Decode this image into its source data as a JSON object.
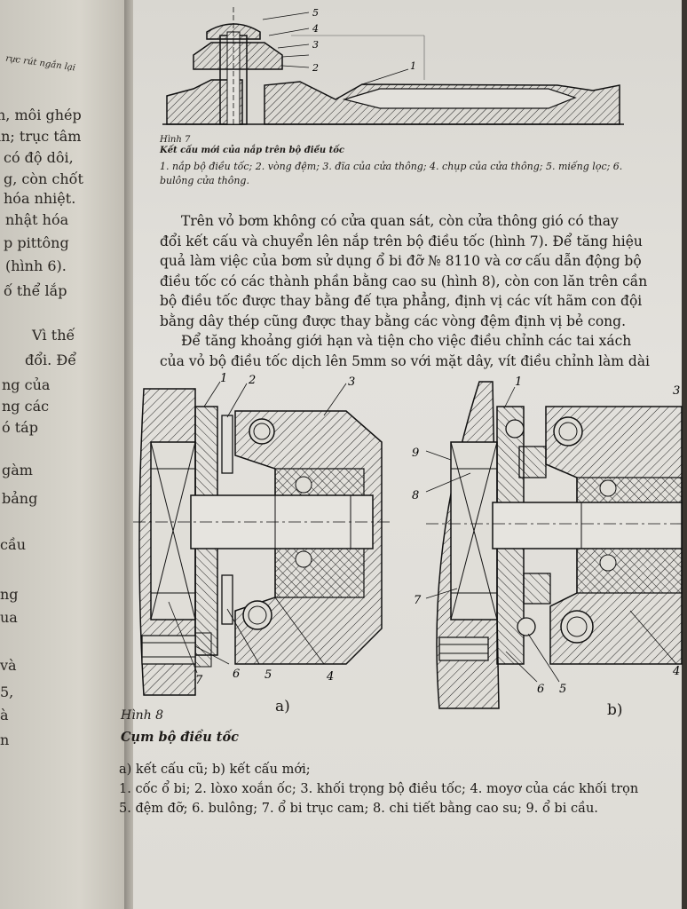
{
  "left_page": {
    "fragments": [
      "rực rút ngắn lại",
      "n, môi ghép",
      "in; trục tâm",
      "có độ dôi,",
      "g, còn chốt",
      "hóa nhiệt.",
      "nhật hóa",
      "p pittông",
      "(hình 6).",
      "ố thể lắp",
      "Vì thế",
      "đổi. Để",
      "ng của",
      "ng các",
      "ó táp",
      "gàm",
      "bảng",
      "cầu",
      "ng",
      "ua",
      "và",
      "5,",
      "à",
      "n"
    ]
  },
  "figure7": {
    "callouts": [
      "5",
      "4",
      "3",
      "2",
      "1"
    ],
    "caption_title": "Hình 7",
    "caption_subtitle": "Kết cấu mới của nắp trên bộ điều tốc",
    "legend": "1. nắp bộ điều tốc; 2. vòng đệm; 3. đĩa của cửa thông; 4. chụp của cửa thông; 5. miếng lọc; 6. bulông cửa thông."
  },
  "body_text": {
    "paragraph1": [
      "Trên vỏ bơm không có cửa quan sát, còn cửa thông gió có thay",
      "đổi kết cấu và chuyển lên nắp trên bộ điều tốc (hình 7). Để tăng hiệu",
      "quả làm việc của bơm sử dụng ổ bi đỡ № 8110 và cơ cấu dẫn động bộ",
      "điều tốc có các thành phần bằng cao su (hình 8), còn con lăn trên cần",
      "bộ điều tốc được thay bằng đế tựa phẳng, định vị các vít hãm con đội",
      "bằng dây thép cũng được thay bằng các vòng đệm định vị bẻ cong."
    ],
    "paragraph2": [
      "Để tăng khoảng giới hạn và tiện cho việc điều chỉnh các tai xách",
      "của vỏ bộ điều tốc dịch lên 5mm so với mặt dây, vít điều chỉnh làm dài"
    ]
  },
  "figure8": {
    "a_callouts": [
      "1",
      "2",
      "3",
      "7",
      "6",
      "5",
      "4"
    ],
    "b_callouts": [
      "1",
      "3",
      "9",
      "8",
      "7",
      "6",
      "5",
      "4"
    ],
    "label_a": "a)",
    "label_b": "b)",
    "caption_title": "Hình 8",
    "caption_subtitle": "Cụm bộ điều tốc",
    "legend": [
      "a) kết cấu cũ; b) kết cấu mới;",
      "1. cốc ổ bi; 2. lòxo xoắn ốc; 3. khối trọng bộ điều tốc; 4. moyơ của các khối trọn",
      "5. đệm đỡ; 6. bulông; 7. ổ bi trục cam; 8. chi tiết bằng cao su; 9. ổ bi cầu."
    ]
  }
}
